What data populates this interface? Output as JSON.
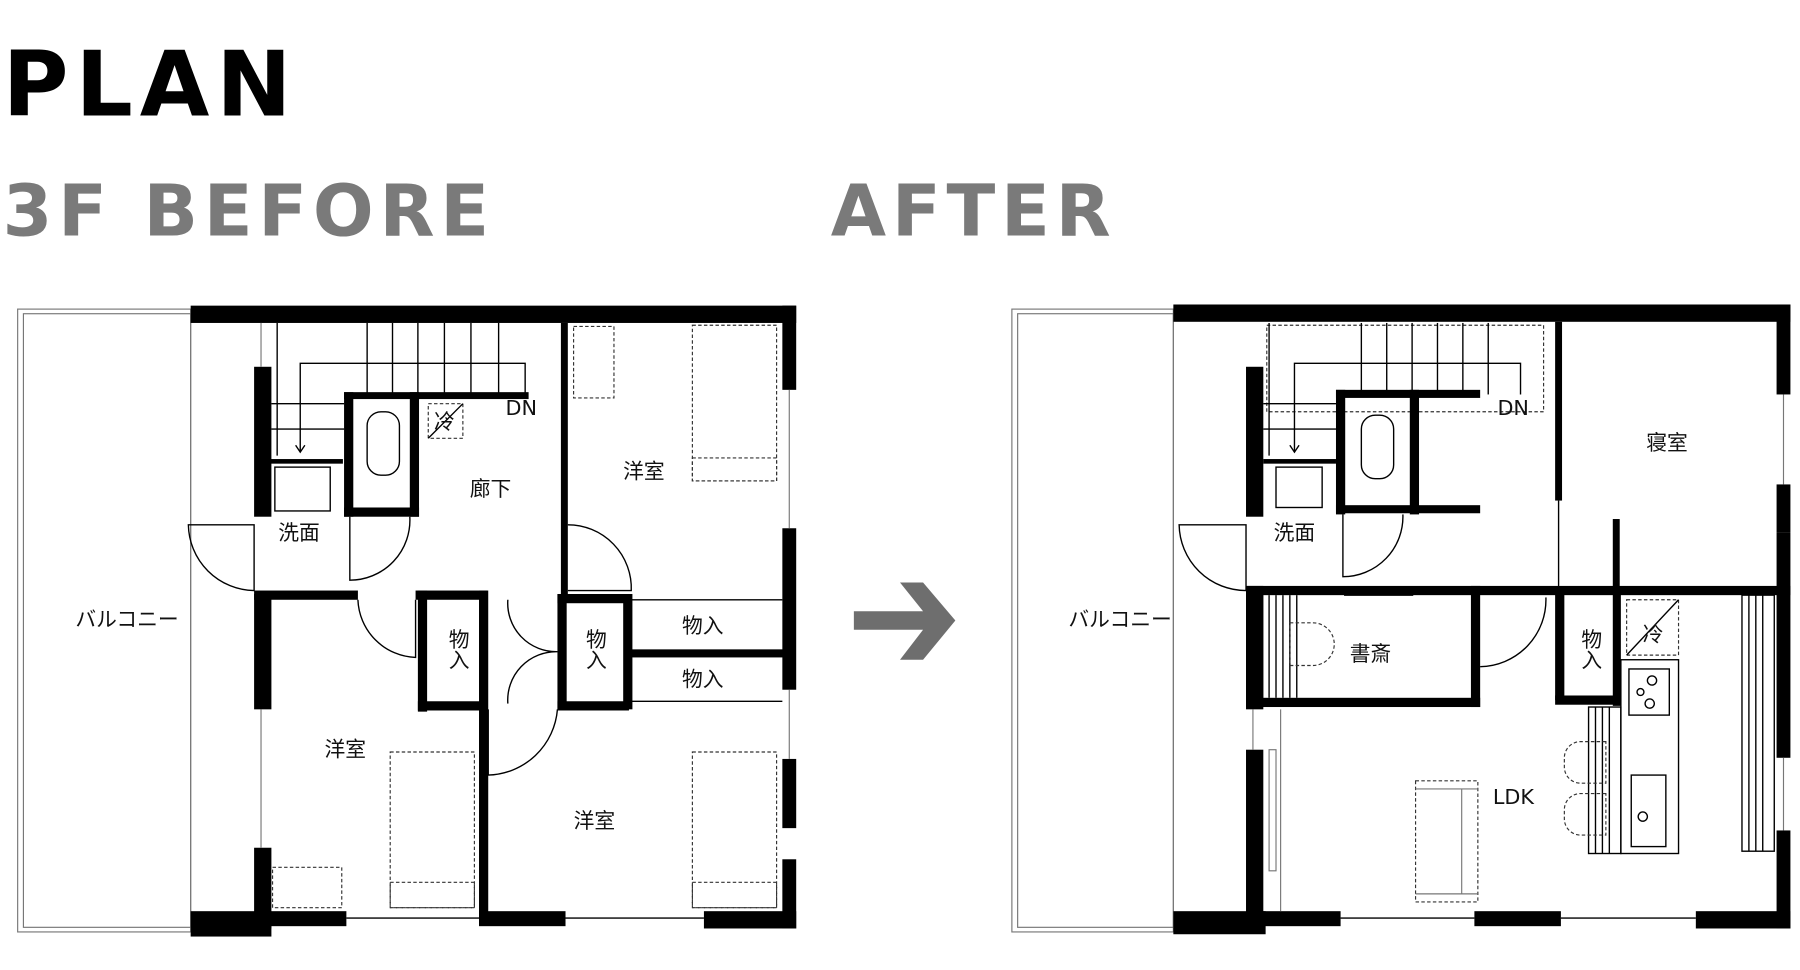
{
  "header": {
    "title": "PLAN",
    "before_label": "3F BEFORE",
    "after_label": "AFTER"
  },
  "before": {
    "balcony": "バルコニー",
    "washroom": "洗面",
    "corridor": "廊下",
    "down": "DN",
    "fridge": "冷",
    "room_north": "洋室",
    "room_west": "洋室",
    "room_south": "洋室",
    "closet_1": "物入",
    "closet_2": "物入",
    "closet_3": "物入",
    "closet_4": "物入"
  },
  "arrow": "arrow-right",
  "after": {
    "balcony": "バルコニー",
    "washroom": "洗面",
    "down": "DN",
    "bedroom": "寝室",
    "study": "書斎",
    "closet": "物入",
    "fridge": "冷",
    "ldk": "LDK"
  }
}
